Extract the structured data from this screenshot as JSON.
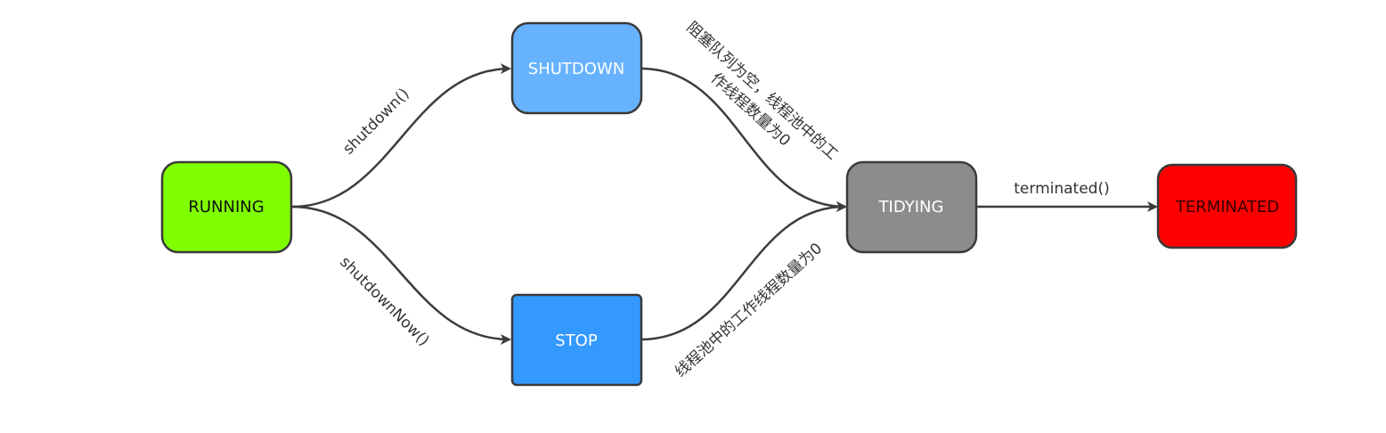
{
  "diagram": {
    "nodes": {
      "running": {
        "label": "RUNNING",
        "fill": "#80ff00",
        "text_color": "#111111"
      },
      "shutdown": {
        "label": "SHUTDOWN",
        "fill": "#66b2ff",
        "text_color": "#ffffff"
      },
      "stop": {
        "label": "STOP",
        "fill": "#3399ff",
        "text_color": "#ffffff"
      },
      "tidying": {
        "label": "TIDYING",
        "fill": "#8c8c8c",
        "text_color": "#ffffff"
      },
      "terminated": {
        "label": "TERMINATED",
        "fill": "#ff0000",
        "text_color": "#330000"
      }
    },
    "edges": {
      "running_to_shutdown": {
        "label": "shutdown()"
      },
      "running_to_stop": {
        "label": "shutdownNow()"
      },
      "shutdown_to_tidying": {
        "label_line1": "阻塞队列为空，线程池中的工",
        "label_line2": "作线程数量为0"
      },
      "stop_to_tidying": {
        "label": "线程池中的工作线程数量为0"
      },
      "tidying_to_terminated": {
        "label": "terminated()"
      }
    }
  }
}
